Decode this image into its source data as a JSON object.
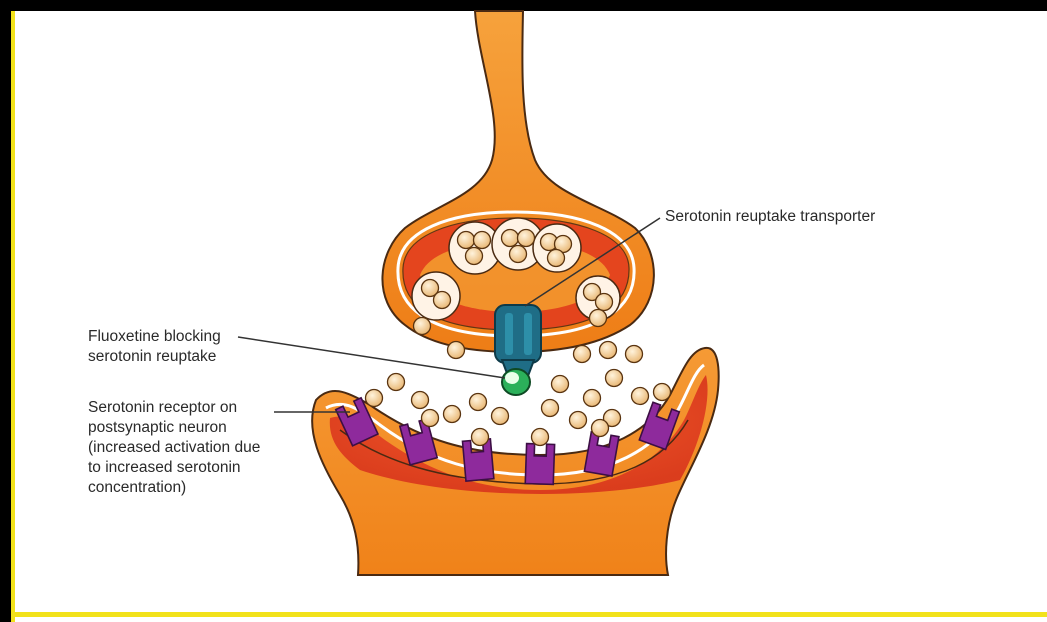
{
  "labels": {
    "transporter": "Serotonin reuptake transporter",
    "fluoxetine": "Fluoxetine blocking\nserotonin reuptake",
    "receptor": "Serotonin receptor on\npostsynaptic neuron\n(increased activation due\nto increased serotonin\nconcentration)"
  },
  "colors": {
    "neuron_orange": "#f28a1e",
    "neuron_red": "#e23a1e",
    "vesicle_fill": "#f7d29a",
    "receptor_purple": "#8e2a9c",
    "transporter_teal": "#1f6d86",
    "drug_green": "#2bb05a",
    "frame_yellow": "#f2e21a"
  }
}
